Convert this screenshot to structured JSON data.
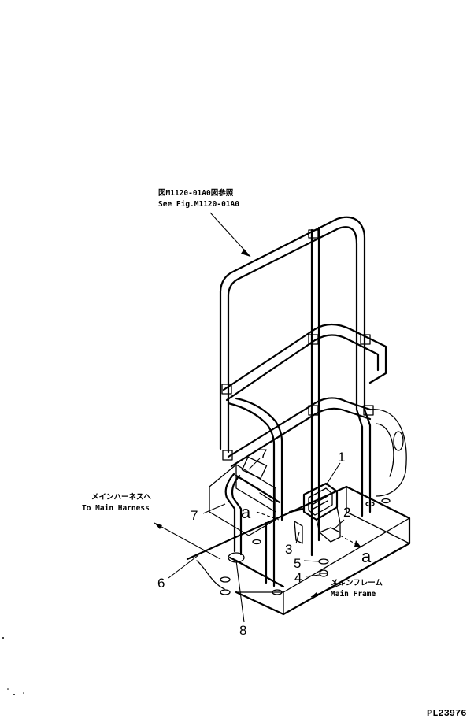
{
  "note_top": {
    "line1": "図M1120-01A0図参照",
    "line2": "See Fig.M1120-01A0"
  },
  "note_harness": {
    "line1": "メインハーネスへ",
    "line2": "To Main Harness"
  },
  "note_frame": {
    "line1": "メインフレーム",
    "line2": "Main Frame"
  },
  "callouts": {
    "c1": "1",
    "c2": "2",
    "c3": "3",
    "c4": "4",
    "c5": "5",
    "c6": "6",
    "c7a": "7",
    "c7b": "7",
    "c8": "8"
  },
  "connection_marks": {
    "a_left": "a",
    "a_right": "a"
  },
  "drawing_code": "PL23976"
}
